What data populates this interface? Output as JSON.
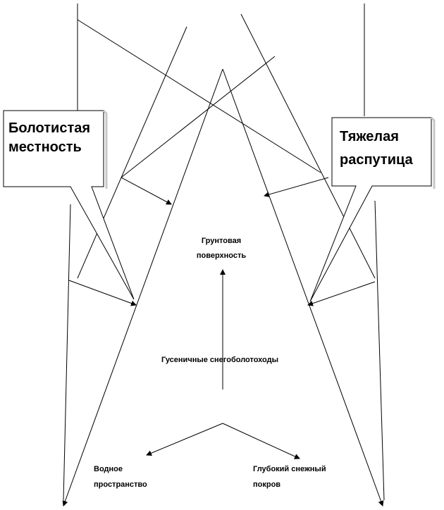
{
  "callouts": {
    "left": {
      "line1": "Болотистая",
      "line2": "местность"
    },
    "right": {
      "line1": "Тяжелая",
      "line2": "распутица"
    }
  },
  "labels": {
    "ground_line1": "Грунтовая",
    "ground_line2": "поверхность",
    "center": "Гусеничные снегоболотоходы",
    "water_line1": "Водное",
    "water_line2": "пространство",
    "snow_line1": "Глубокий снежный",
    "snow_line2": "покров"
  }
}
